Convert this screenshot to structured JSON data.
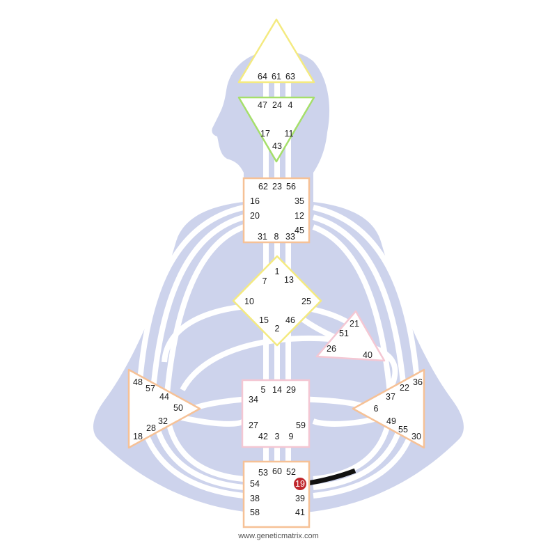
{
  "colors": {
    "body": "#cdd3ec",
    "channel": "#ffffff",
    "active_channel": "#111111",
    "active_gate": "#c0272d",
    "border_yellow": "#f4ea80",
    "border_green": "#a5df6a",
    "border_peach": "#f6c196",
    "border_pink": "#f4c7d3"
  },
  "footer": "www.geneticmatrix.com",
  "active_gates": [
    "19"
  ],
  "centers": [
    {
      "id": "head",
      "name": "head-center",
      "shape": "triangle-up",
      "border": "border_yellow",
      "gates": [
        "64",
        "61",
        "63"
      ]
    },
    {
      "id": "ajna",
      "name": "ajna-center",
      "shape": "triangle-down",
      "border": "border_green",
      "gates": [
        "47",
        "24",
        "4",
        "17",
        "11",
        "43"
      ]
    },
    {
      "id": "throat",
      "name": "throat-center",
      "shape": "square",
      "border": "border_peach",
      "gates": [
        "62",
        "23",
        "56",
        "16",
        "35",
        "20",
        "12",
        "45",
        "31",
        "8",
        "33"
      ]
    },
    {
      "id": "g",
      "name": "g-center",
      "shape": "diamond",
      "border": "border_yellow",
      "gates": [
        "1",
        "7",
        "13",
        "10",
        "25",
        "15",
        "46",
        "2"
      ]
    },
    {
      "id": "ego",
      "name": "ego-center",
      "shape": "triangle",
      "border": "border_pink",
      "gates": [
        "21",
        "51",
        "26",
        "40"
      ]
    },
    {
      "id": "spleen",
      "name": "spleen-center",
      "shape": "triangle",
      "border": "border_peach",
      "gates": [
        "48",
        "57",
        "44",
        "50",
        "32",
        "28",
        "18"
      ]
    },
    {
      "id": "sacral",
      "name": "sacral-center",
      "shape": "square",
      "border": "border_pink",
      "gates": [
        "5",
        "14",
        "29",
        "34",
        "27",
        "59",
        "42",
        "3",
        "9"
      ]
    },
    {
      "id": "solar",
      "name": "solar-plexus-center",
      "shape": "triangle",
      "border": "border_peach",
      "gates": [
        "36",
        "22",
        "37",
        "6",
        "49",
        "55",
        "30"
      ]
    },
    {
      "id": "root",
      "name": "root-center",
      "shape": "square",
      "border": "border_peach",
      "gates": [
        "53",
        "60",
        "52",
        "54",
        "19",
        "38",
        "39",
        "58",
        "41"
      ]
    }
  ]
}
